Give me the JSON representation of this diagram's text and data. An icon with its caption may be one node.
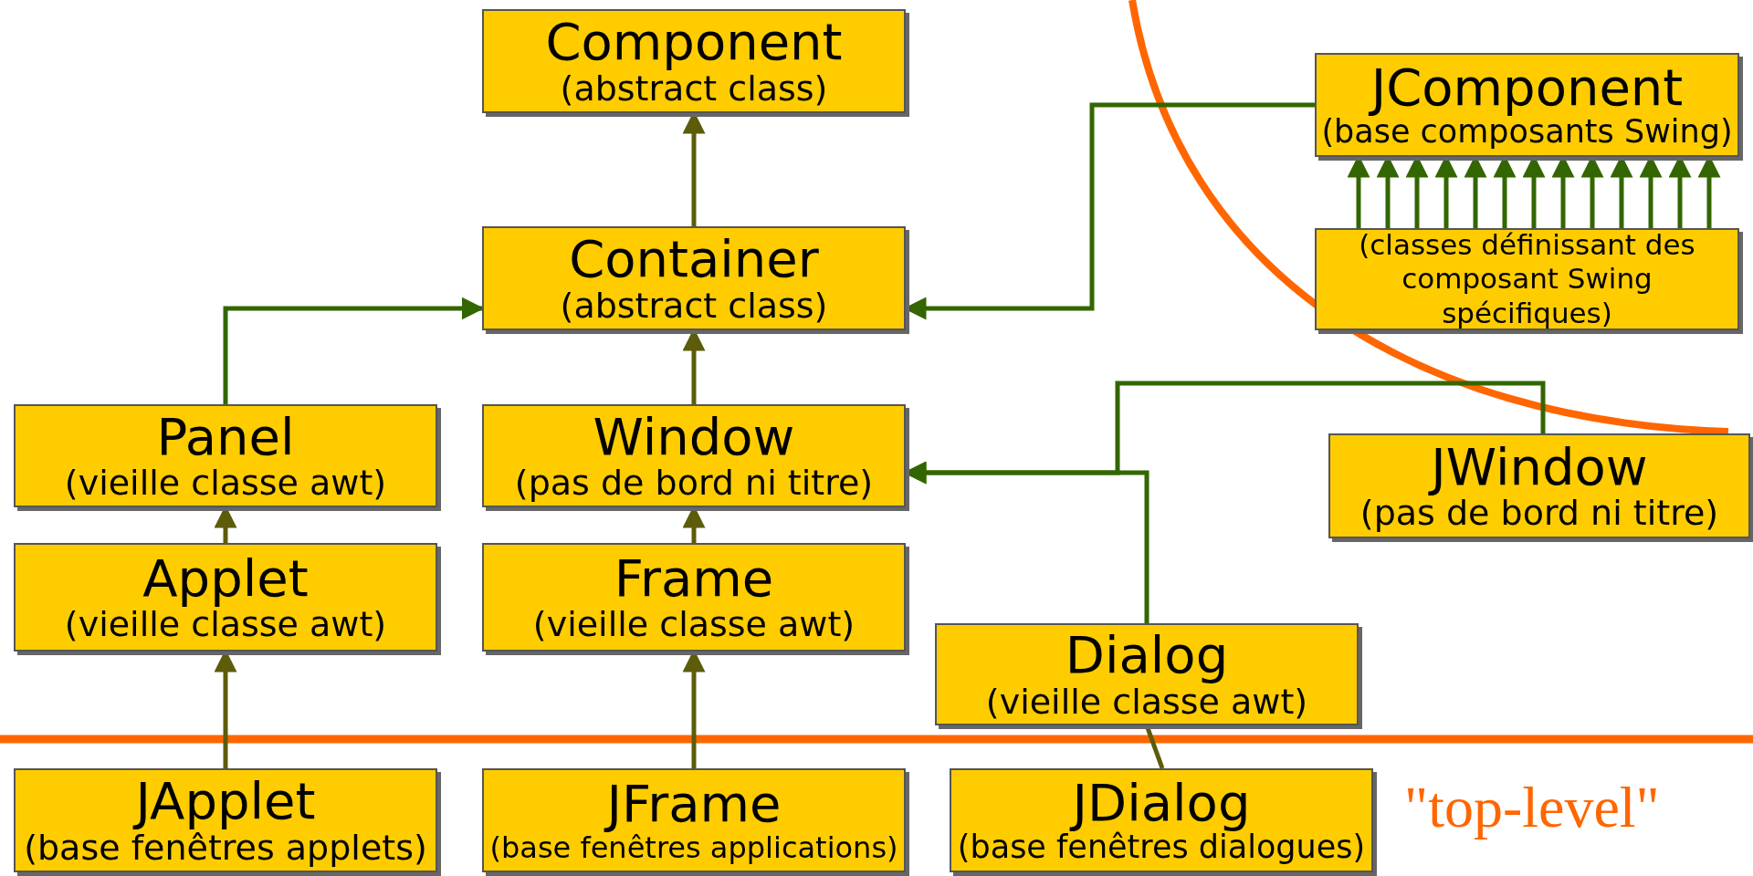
{
  "diagram": {
    "nodes": [
      {
        "text": [
          "Component",
          "(abstract class)"
        ]
      },
      {
        "text": [
          "Container",
          "(abstract class)"
        ]
      },
      {
        "text": [
          "Panel",
          "(vieille classe awt)"
        ]
      },
      {
        "text": [
          "Window",
          "(pas de bord ni titre)"
        ]
      },
      {
        "text": [
          "Applet",
          "(vieille classe awt)"
        ]
      },
      {
        "text": [
          "Frame",
          "(vieille classe awt)"
        ]
      },
      {
        "text": [
          "Dialog",
          "(vieille classe awt)"
        ]
      },
      {
        "text": [
          "JApplet",
          "(base fenêtres applets)"
        ]
      },
      {
        "text": [
          "JFrame",
          "(base fenêtres applications)"
        ]
      },
      {
        "text": [
          "JDialog",
          "(base fenêtres dialogues)"
        ]
      },
      {
        "text": [
          "JComponent",
          "(base composants Swing)"
        ]
      },
      {
        "text": [
          "(classes définissant des composant Swing spécifiques)"
        ]
      },
      {
        "text": [
          "JWindow",
          "(pas de bord ni titre)"
        ]
      }
    ],
    "edges": [
      {
        "from": 1,
        "to": 0,
        "arrow": "to",
        "color": "#5c5c0a"
      },
      {
        "from": 3,
        "to": 1,
        "arrow": "to",
        "color": "#5c5c0a"
      },
      {
        "from": 2,
        "to": 1,
        "arrow": "to"
      },
      {
        "from": 4,
        "to": 2,
        "arrow": "to",
        "color": "#5c5c0a"
      },
      {
        "from": 5,
        "to": 3,
        "arrow": "to",
        "color": "#5c5c0a"
      },
      {
        "from": 6,
        "to": 3,
        "arrow": "to"
      },
      {
        "from": 10,
        "to": 1,
        "arrow": "to"
      },
      {
        "from": 12,
        "to": 3,
        "arrow": "to"
      },
      {
        "from": 7,
        "to": 4,
        "arrow": "to",
        "color": "#5c5c0a"
      },
      {
        "from": 8,
        "to": 5,
        "arrow": "to",
        "color": "#5c5c0a"
      },
      {
        "from": 9,
        "to": 6,
        "arrow": "none",
        "color": "#5c5c0a"
      },
      {
        "from": 11,
        "to": 10,
        "arrow": "to"
      },
      {
        "from": 11,
        "to": 10,
        "arrow": "to"
      },
      {
        "from": 11,
        "to": 10,
        "arrow": "to"
      },
      {
        "from": 11,
        "to": 10,
        "arrow": "to"
      },
      {
        "from": 11,
        "to": 10,
        "arrow": "to"
      },
      {
        "from": 11,
        "to": 10,
        "arrow": "to"
      },
      {
        "from": 11,
        "to": 10,
        "arrow": "to"
      },
      {
        "from": 11,
        "to": 10,
        "arrow": "to"
      },
      {
        "from": 11,
        "to": 10,
        "arrow": "to"
      },
      {
        "from": 11,
        "to": 10,
        "arrow": "to"
      },
      {
        "from": 11,
        "to": 10,
        "arrow": "to"
      },
      {
        "from": 11,
        "to": 10,
        "arrow": "to"
      },
      {
        "from": 11,
        "to": 10,
        "arrow": "to"
      }
    ],
    "labels": [
      "\"top-level\""
    ]
  }
}
